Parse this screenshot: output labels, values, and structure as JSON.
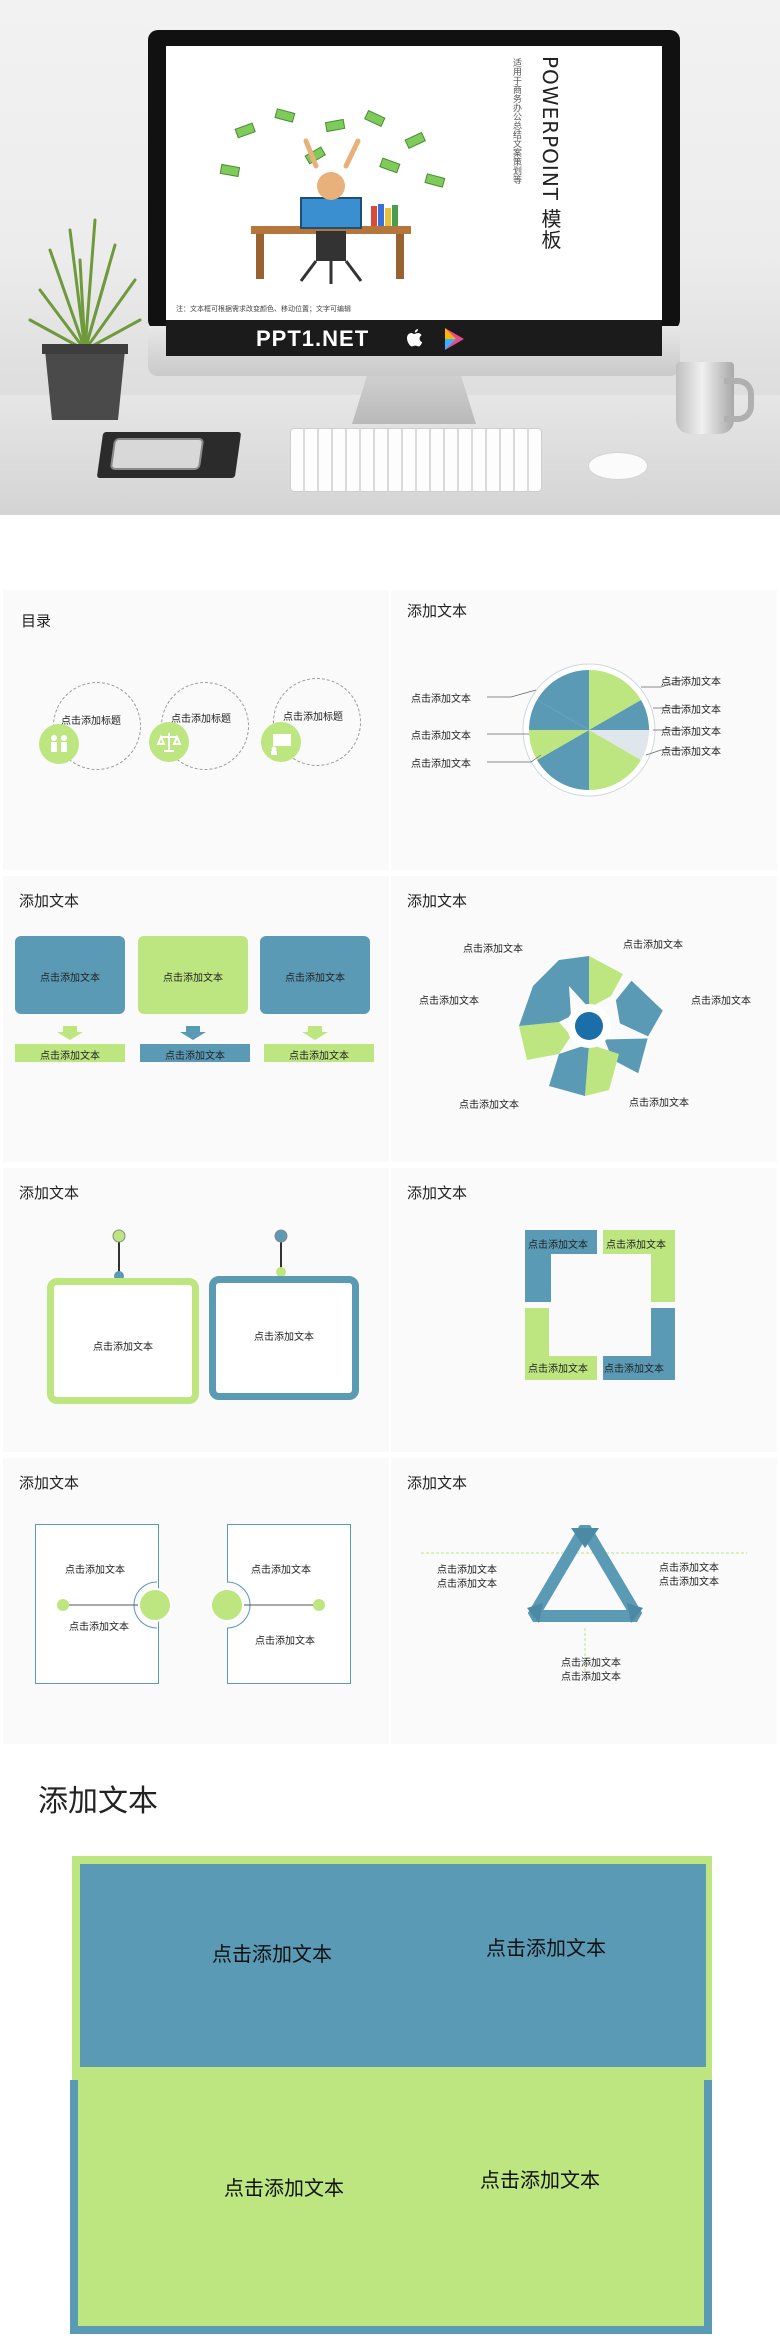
{
  "hero": {
    "deck_title": "POWERPOINT 模板",
    "deck_subtitle": "适用于商务办公总结文案策划等",
    "deck_note": "注：文本框可根据需求改变颜色、移动位置；文字可编辑",
    "brand": "PPT1.NET",
    "colors": {
      "screen": "#ffffff",
      "bezel": "#111111"
    }
  },
  "slides": {
    "s1": {
      "title": "目录",
      "items": [
        "点击添加标题",
        "点击添加标题",
        "点击添加标题"
      ]
    },
    "s2": {
      "title": "添加文本",
      "left": [
        "点击添加文本",
        "点击添加文本",
        "点击添加文本"
      ],
      "right": [
        "点击添加文本",
        "点击添加文本",
        "点击添加文本",
        "点击添加文本"
      ]
    },
    "s3": {
      "title": "添加文本",
      "cards": [
        "点击添加文本",
        "点击添加文本",
        "点击添加文本"
      ],
      "bars": [
        "点击添加文本",
        "点击添加文本",
        "点击添加文本"
      ]
    },
    "s4": {
      "title": "添加文本",
      "labels": [
        "点击添加文本",
        "点击添加文本",
        "点击添加文本",
        "点击添加文本",
        "点击添加文本",
        "点击添加文本"
      ]
    },
    "s5": {
      "title": "添加文本",
      "frames": [
        "点击添加文本",
        "点击添加文本"
      ]
    },
    "s6": {
      "title": "添加文本",
      "quads": [
        "点击添加文本",
        "点击添加文本",
        "点击添加文本",
        "点击添加文本"
      ]
    },
    "s7": {
      "title": "添加文本",
      "labels": [
        "点击添加文本",
        "点击添加文本",
        "点击添加文本",
        "点击添加文本"
      ]
    },
    "s8": {
      "title": "添加文本",
      "labels": [
        "点击添加文本",
        "点击添加文本",
        "点击添加文本",
        "点击添加文本",
        "点击添加文本",
        "点击添加文本"
      ]
    },
    "s9": {
      "title": "添加文本",
      "labels": [
        "点击添加文本",
        "点击添加文本",
        "点击添加文本",
        "点击添加文本"
      ]
    }
  },
  "colors": {
    "blue": "#5a9ab5",
    "green": "#bde680"
  }
}
